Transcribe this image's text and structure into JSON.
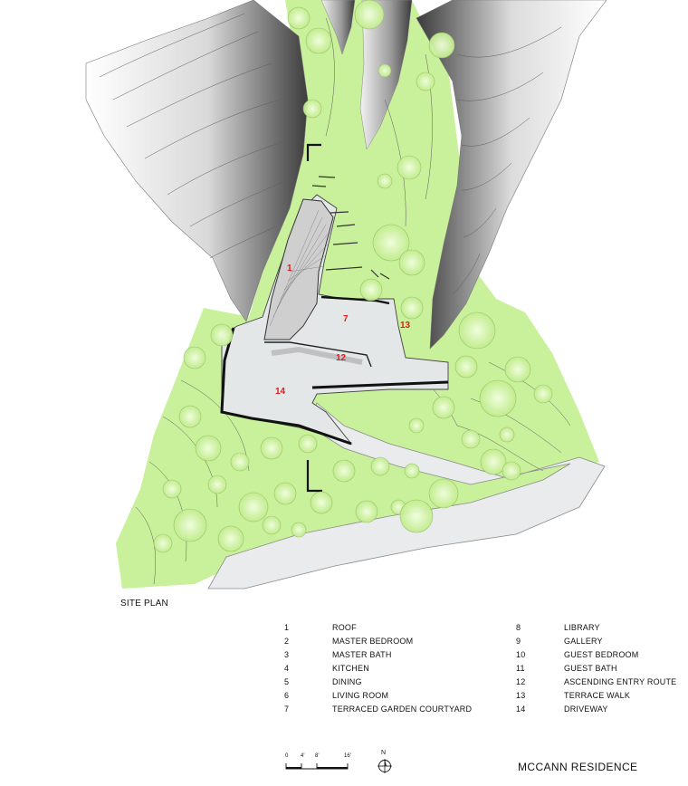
{
  "plan": {
    "labels": {
      "roof": "1",
      "terraced_garden": "7",
      "terrace_walk": "13",
      "entry_route": "12",
      "driveway": "14"
    }
  },
  "title": "SITE PLAN",
  "legend_left": [
    {
      "num": "1",
      "label": "ROOF"
    },
    {
      "num": "2",
      "label": "MASTER BEDROOM"
    },
    {
      "num": "3",
      "label": "MASTER BATH"
    },
    {
      "num": "4",
      "label": "KITCHEN"
    },
    {
      "num": "5",
      "label": "DINING"
    },
    {
      "num": "6",
      "label": "LIVING ROOM"
    },
    {
      "num": "7",
      "label": "TERRACED GARDEN COURTYARD"
    }
  ],
  "legend_right": [
    {
      "num": "8",
      "label": "LIBRARY"
    },
    {
      "num": "9",
      "label": "GALLERY"
    },
    {
      "num": "10",
      "label": "GUEST BEDROOM"
    },
    {
      "num": "11",
      "label": "GUEST BATH"
    },
    {
      "num": "12",
      "label": "ASCENDING ENTRY ROUTE"
    },
    {
      "num": "13",
      "label": "TERRACE WALK"
    },
    {
      "num": "14",
      "label": "DRIVEWAY"
    }
  ],
  "scale": {
    "t0": "0",
    "t1": "4'",
    "t2": "8'",
    "t3": "16'"
  },
  "north_label": "N",
  "project_name": "MCCANN RESIDENCE",
  "colors": {
    "vegetation": "#c9f09a",
    "tree": "#d6f7b0",
    "pavement": "#e9ebec",
    "label": "#e01b1b"
  }
}
